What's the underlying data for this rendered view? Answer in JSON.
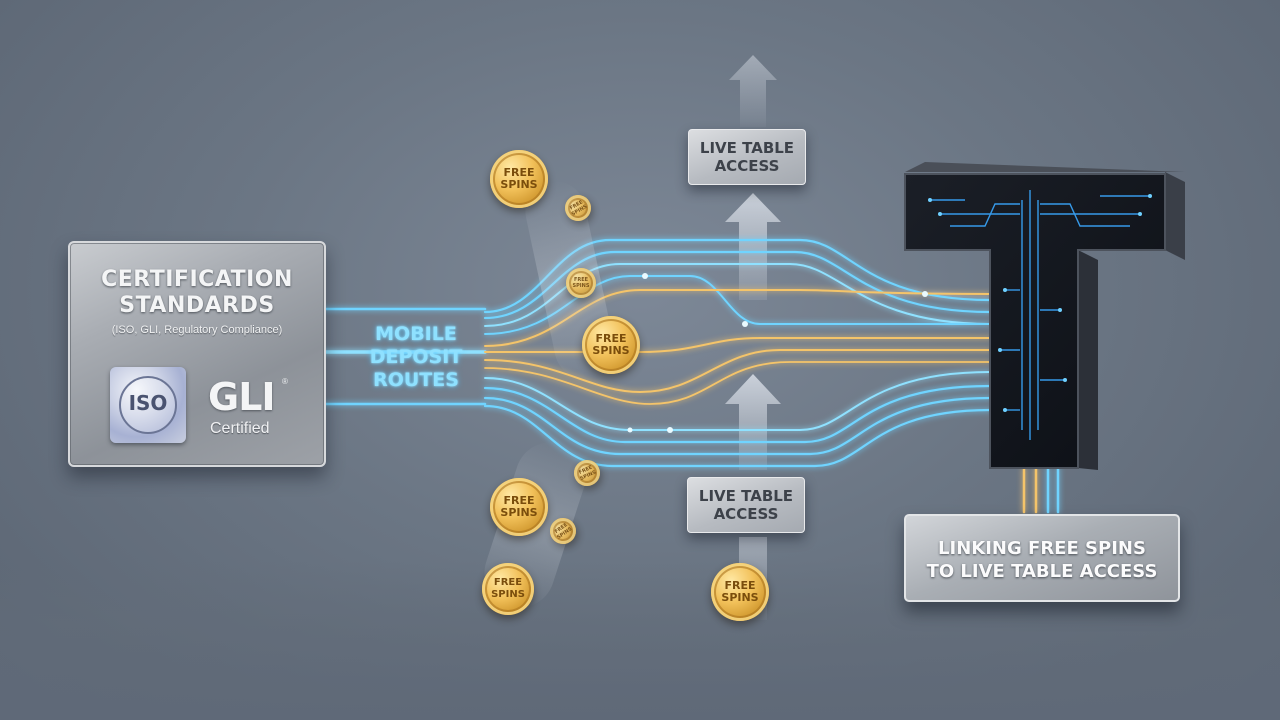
{
  "certification": {
    "title_line1": "CERTIFICATION",
    "title_line2": "STANDARDS",
    "subtitle": "(ISO, GLI, Regulatory Compliance)",
    "iso_badge": "ISO",
    "gli_logo": "GLI",
    "gli_registered": "®",
    "gli_certified": "Certified"
  },
  "routes": {
    "line1": "MOBILE",
    "line2": "DEPOSIT",
    "line3": "ROUTES"
  },
  "live_table_top": {
    "line1": "LIVE TABLE",
    "line2": "ACCESS"
  },
  "live_table_bottom": {
    "line1": "LIVE TABLE",
    "line2": "ACCESS"
  },
  "linking": {
    "line1": "LINKING FREE SPINS",
    "line2": "TO LIVE TABLE ACCESS"
  },
  "coins": {
    "line1": "FREE",
    "line2": "SPINS"
  },
  "colors": {
    "route_blue": "#6fd4ff",
    "route_gold": "#f4c46a",
    "t_circuit": "#3aa8ff",
    "panel_silver": "#a9adb3"
  },
  "icons": [
    "iso-badge-icon",
    "up-arrow-icon",
    "circuit-t-icon",
    "coin-icon"
  ]
}
